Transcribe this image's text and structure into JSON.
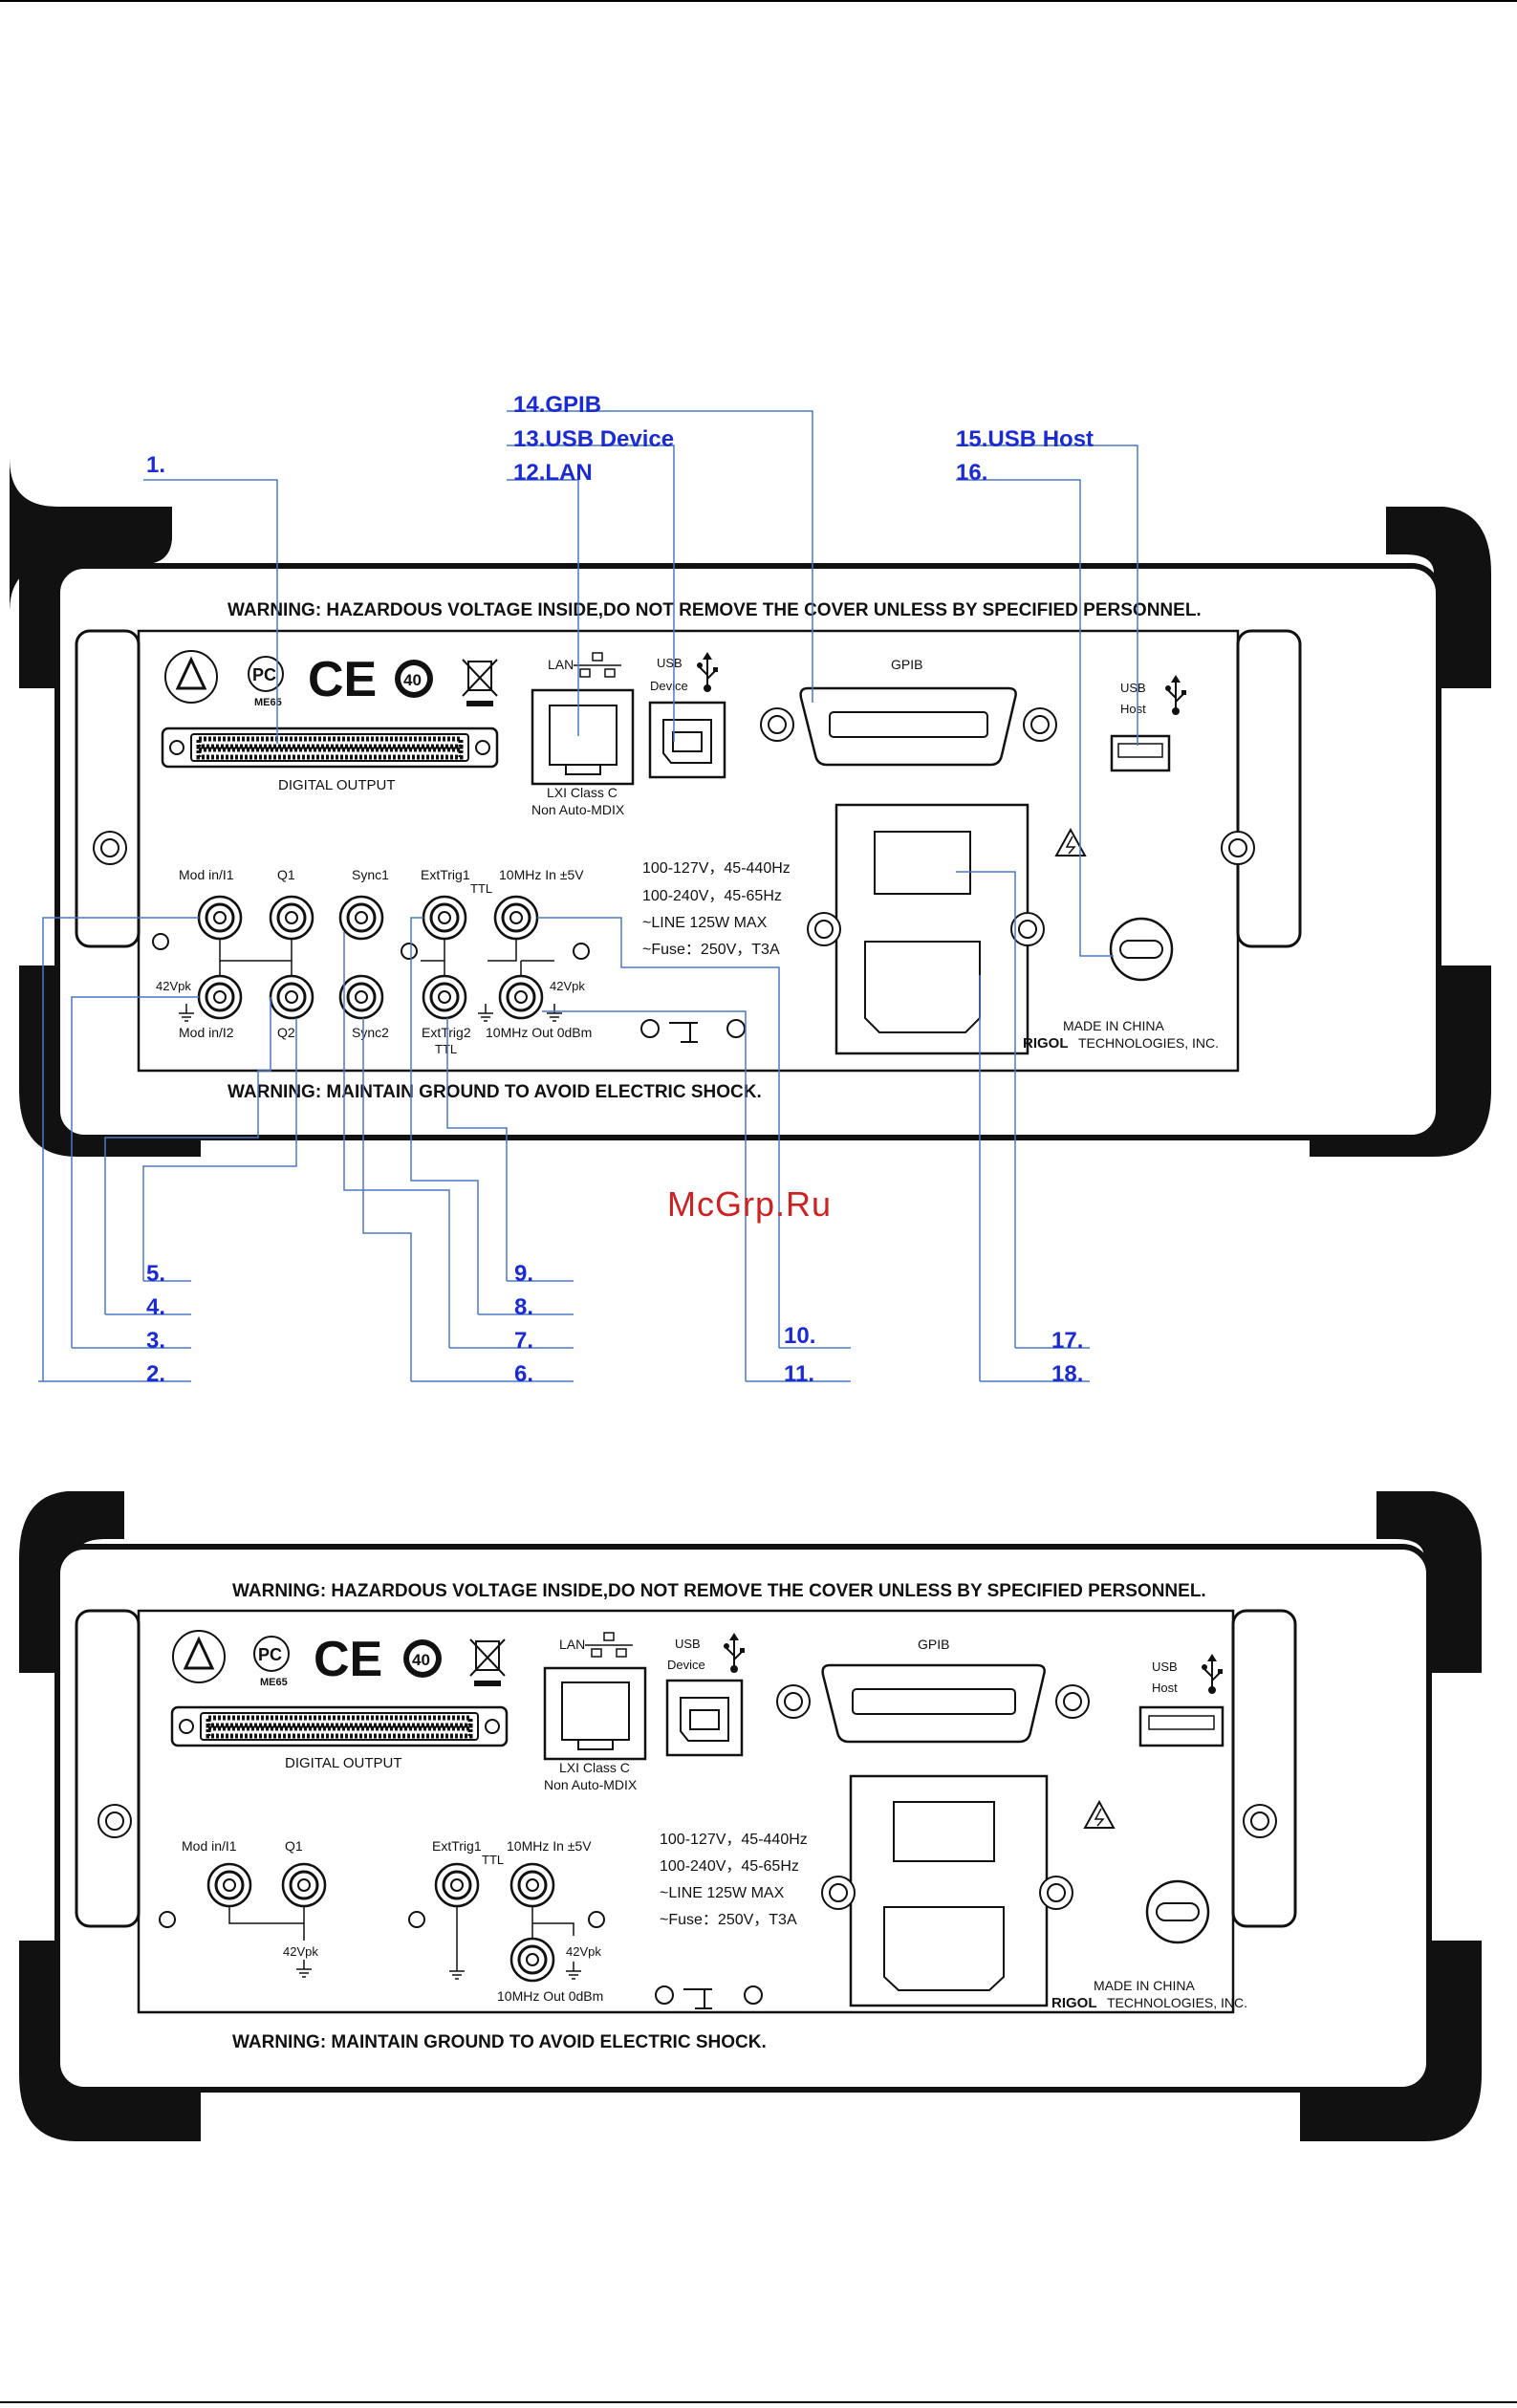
{
  "labels": {
    "l1": "1.",
    "l2": "2.",
    "l3": "3.",
    "l4": "4.",
    "l5": "5.",
    "l6": "6.",
    "l7": "7.",
    "l8": "8.",
    "l9": "9.",
    "l10": "10.",
    "l11": "11.",
    "l12": "12.LAN",
    "l13": "13.USB Device",
    "l14": "14.GPIB",
    "l15": "15.USB Host",
    "l16": "16.",
    "l17": "17.",
    "l18": "18."
  },
  "panel": {
    "warning_top": "WARNING: HAZARDOUS VOLTAGE INSIDE,DO NOT REMOVE THE COVER  UNLESS BY SPECIFIED PERSONNEL.",
    "warning_bottom": "WARNING: MAINTAIN GROUND TO AVOID ELECTRIC SHOCK.",
    "me65": "ME65",
    "ce": "CE",
    "forty": "40",
    "pc": "PC",
    "digital_output": "DIGITAL OUTPUT",
    "lan": "LAN",
    "lxi1": "LXI Class C",
    "lxi2": "Non Auto-MDIX",
    "usb_device_1": "USB",
    "usb_device_2": "Device",
    "gpib": "GPIB",
    "usb_host_1": "USB",
    "usb_host_2": "Host",
    "mod_in_i1": "Mod in/I1",
    "q1": "Q1",
    "sync1": "Sync1",
    "exttrig1": "ExtTrig1",
    "ttl": "TTL",
    "tenmhz_in": "10MHz In ±5V",
    "v42": "42Vpk",
    "mod_in_i2": "Mod in/I2",
    "q2": "Q2",
    "sync2": "Sync2",
    "exttrig2": "ExtTrig2",
    "tenmhz_out": "10MHz Out 0dBm",
    "power1": "100-127V，45-440Hz",
    "power2": "100-240V，45-65Hz",
    "power3": "~LINE 125W MAX",
    "power4": "~Fuse：250V，T3A",
    "made_in": "MADE IN CHINA",
    "rigol": "RIGOL",
    "rigol_rest": "TECHNOLOGIES, INC."
  },
  "watermark": "McGrp.Ru",
  "colors": {
    "callout": "#1a2bd6",
    "leader": "#4a78c8",
    "watermark": "#cc2222",
    "ink": "#111111"
  }
}
